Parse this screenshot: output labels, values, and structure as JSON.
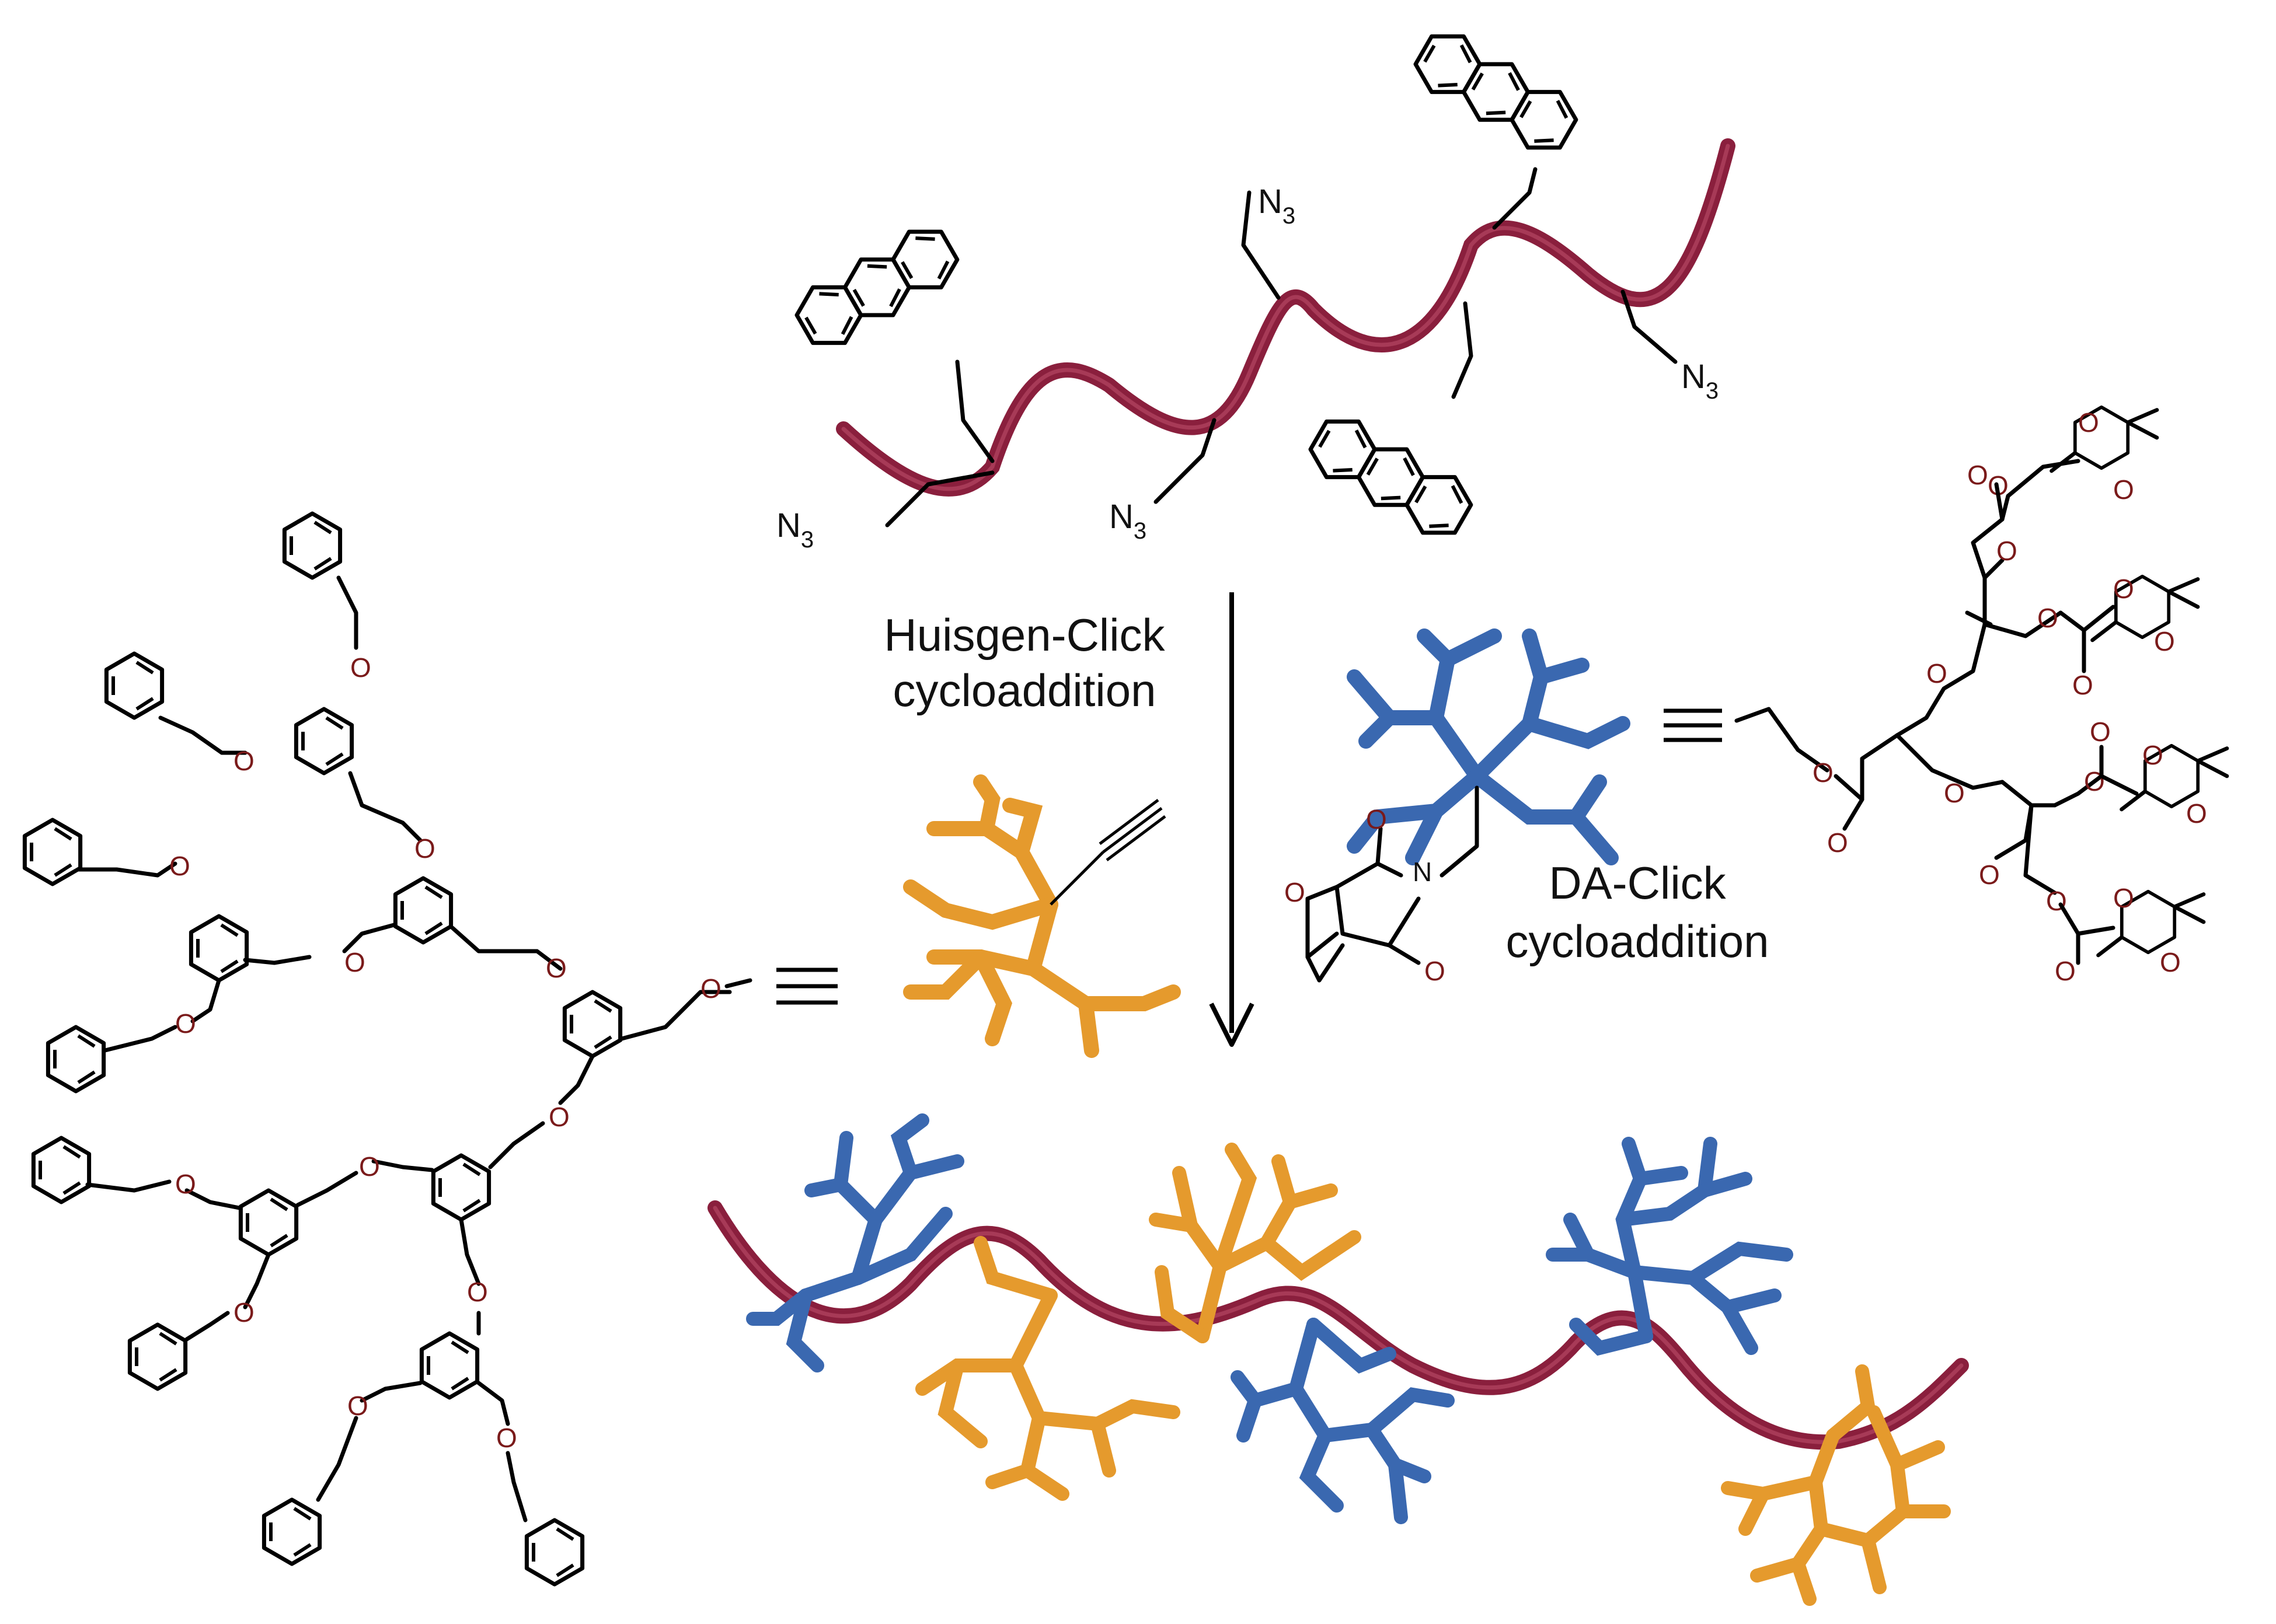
{
  "labels": {
    "azide": "N",
    "azide_sub": "3",
    "huisgen_line1": "Huisgen-Click",
    "huisgen_line2": "cycloaddition",
    "da_line1": "DA-Click",
    "da_line2": "cycloaddition",
    "oxygen": "O",
    "nitrogen": "N"
  },
  "colors": {
    "polymer_chain": "#8a1f3d",
    "huisgen_dendron": "#e59a2d",
    "da_dendron": "#3a68b0",
    "heteroatom": "#7a1a1a"
  },
  "icons": [
    "equivalence-icon",
    "alkyne-icon",
    "reaction-arrow-icon"
  ]
}
